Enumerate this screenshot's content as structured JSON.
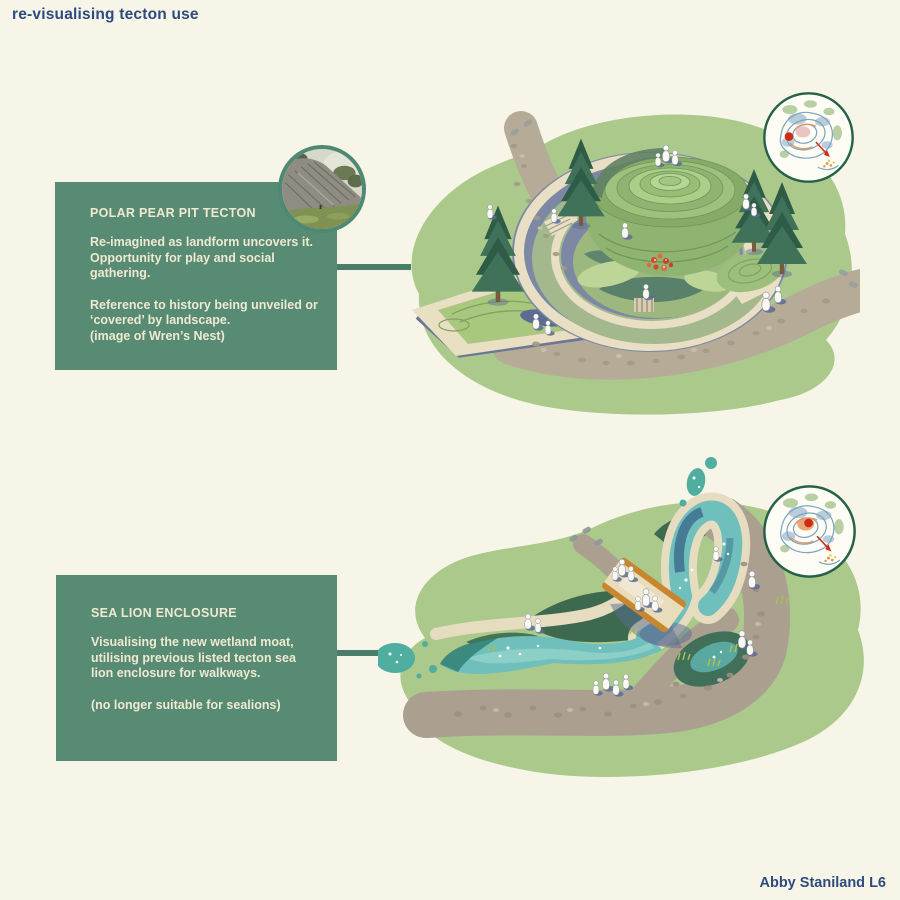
{
  "page": {
    "title": "re-visualising tecton use",
    "credit": "Abby Staniland L6"
  },
  "colors": {
    "background": "#f7f5e7",
    "heading_blue": "#2d4b7e",
    "panel_green": "#578b73",
    "connector_green": "#4a7e6b",
    "text_cream": "#f0e9d1",
    "site_blob_green": "#aac98b",
    "water_teal": "#6fc0bd",
    "location_marker_red": "#d22b14",
    "inset_ring_green": "#266248"
  },
  "panels": [
    {
      "heading": "POLAR PEAR PIT TECTON",
      "paragraphs": [
        "Re-imagined as landform uncovers it. Opportunity for play and social gathering.",
        "Reference to history being unveiled or ‘covered’ by landscape.",
        "(image of Wren’s Nest)"
      ],
      "photo": "Wren’s Nest rock face photo",
      "inset_map": "zoo site map with red location marker at polar bear pit"
    },
    {
      "heading": "SEA LION ENCLOSURE",
      "paragraphs": [
        "Visualising the new wetland moat, utilising previous listed tecton sea lion enclosure for walkways.",
        "(no longer suitable for sealions)"
      ],
      "inset_map": "zoo site map with red location marker at sea lion enclosure"
    }
  ]
}
